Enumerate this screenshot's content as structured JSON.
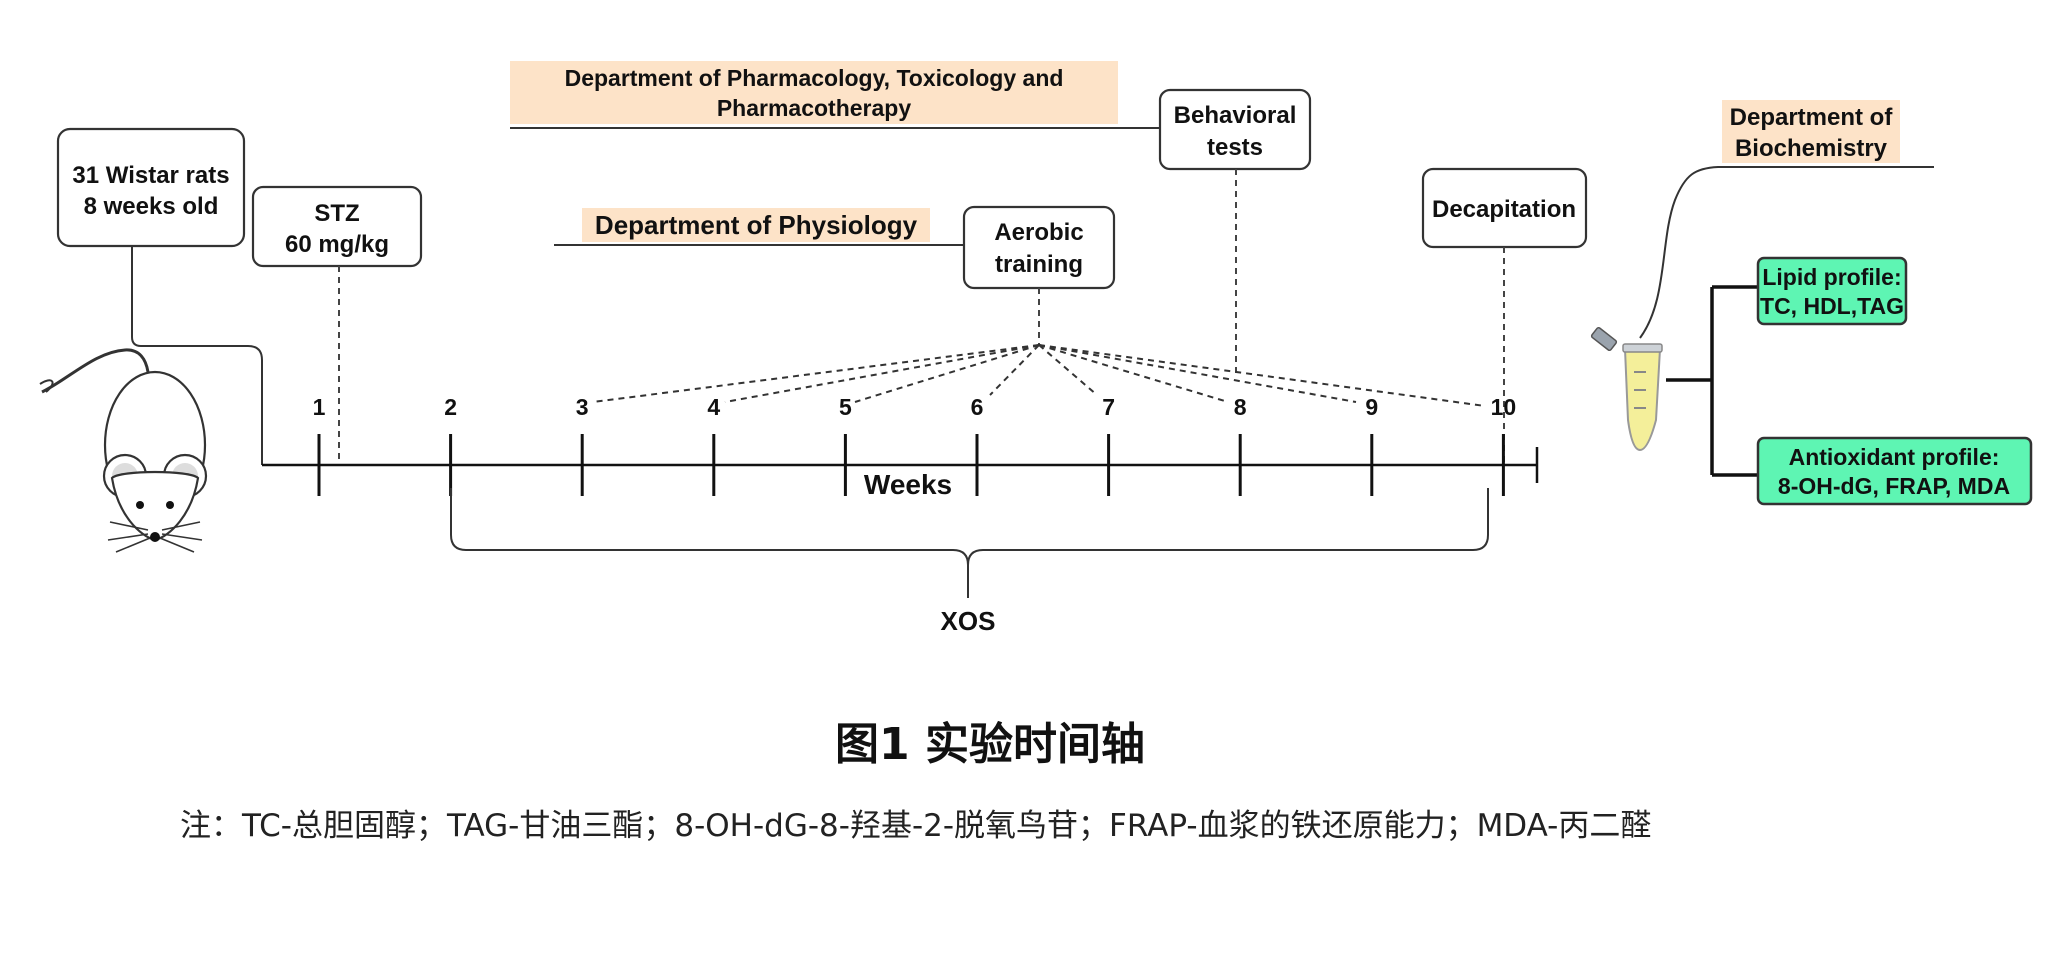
{
  "labels": {
    "rats": [
      "31 Wistar rats",
      "8 weeks old"
    ],
    "stz": [
      "STZ",
      "60 mg/kg"
    ],
    "pharma_dept": [
      "Department of Pharmacology, Toxicology and",
      "Pharmacotherapy"
    ],
    "physio_dept": "Department of Physiology",
    "aerobic": [
      "Aerobic",
      "training"
    ],
    "behavioral": [
      "Behavioral",
      "tests"
    ],
    "decapitation": "Decapitation",
    "biochem_dept": [
      "Department of",
      "Biochemistry"
    ],
    "lipid": [
      "Lipid profile:",
      "TC, HDL,TAG"
    ],
    "antiox": [
      "Antioxidant profile:",
      "8-OH-dG, FRAP, MDA"
    ],
    "axis_title": "Weeks",
    "xos": "XOS"
  },
  "weeks": [
    "1",
    "2",
    "3",
    "4",
    "5",
    "6",
    "7",
    "8",
    "9",
    "10"
  ],
  "caption": {
    "title": "图1 实验时间轴",
    "note": "注：TC-总胆固醇；TAG-甘油三酯；8-OH-dG-8-羟基-2-脱氧鸟苷；FRAP-血浆的铁还原能力；MDA-丙二醛"
  },
  "colors": {
    "dept_highlight": "#fde3c8",
    "profile_box": "#5ef5b3",
    "tube_liquid": "#f4ef9a"
  }
}
